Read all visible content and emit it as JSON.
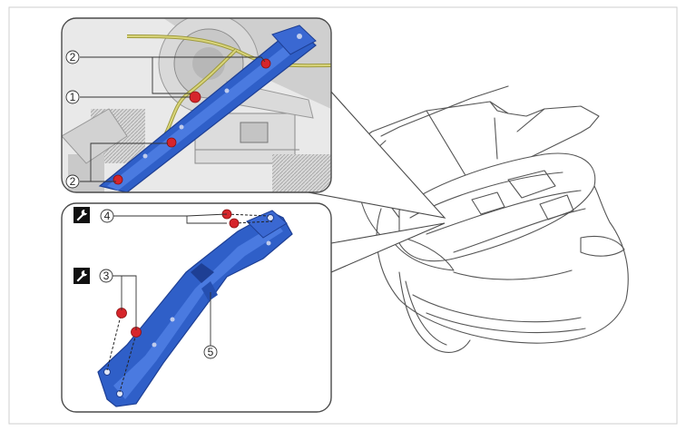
{
  "callouts": {
    "c1": "1",
    "c2a": "2",
    "c2b": "2",
    "c3": "3",
    "c4": "4",
    "c5": "5"
  },
  "colors": {
    "bracket_blue": "#2f5fc8",
    "bracket_blue_dark": "#1e3f94",
    "wire_yellow": "#b8b450",
    "clip_red": "#d6252b",
    "frame_border": "#4a4a4a"
  },
  "icons": {
    "torque": "wrench-icon"
  }
}
